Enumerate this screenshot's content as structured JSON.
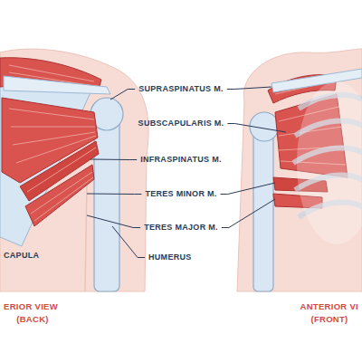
{
  "diagram": {
    "labels": [
      "SUPRASPINATUS M.",
      "SUBSCAPULARIS M.",
      "INFRASPINATUS M.",
      "TERES MINOR M.",
      "TERES MAJOR M.",
      "HUMERUS",
      "CAPULA",
      "ERIOR VIEW",
      "(BACK)",
      "ANTERIOR VI",
      "(FRONT)"
    ]
  }
}
